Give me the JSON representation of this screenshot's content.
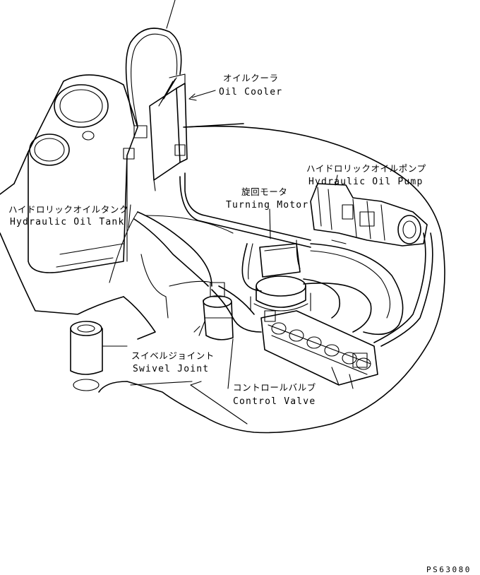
{
  "labels": {
    "oil_cooler": {
      "jp": "オイルクーラ",
      "en": "Oil Cooler"
    },
    "hydraulic_oil_pump": {
      "jp": "ハイドロリックオイルポンプ",
      "en": "Hydraulic Oil Pump"
    },
    "turning_motor": {
      "jp": "旋回モータ",
      "en": "Turning Motor"
    },
    "hydraulic_oil_tank": {
      "jp": "ハイドロリックオイルタンク",
      "en": "Hydraulic Oil Tank"
    },
    "swivel_joint": {
      "jp": "スイベルジョイント",
      "en": "Swivel Joint"
    },
    "control_valve": {
      "jp": "コントロールバルブ",
      "en": "Control Valve"
    }
  },
  "drawing_code": "PS63080"
}
